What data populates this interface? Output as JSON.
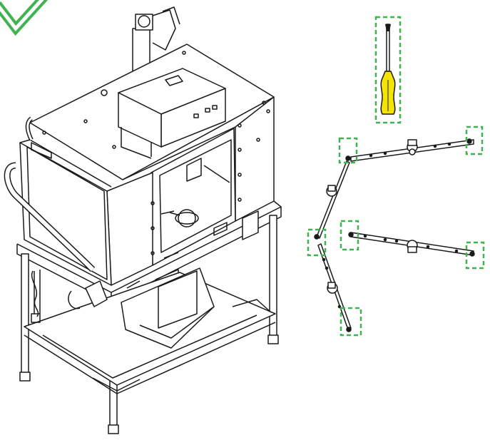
{
  "figure": {
    "description_visible_text": "",
    "colors": {
      "line": "#1a1a1a",
      "checkmark": "#3fb34f",
      "highlight_box": "#3fb34f",
      "screwdriver_handle": "#f5e400",
      "background": "#ffffff"
    },
    "icons": {
      "checkmark": "checkmark-icon",
      "tool": "flathead-screwdriver-icon"
    },
    "highlighted_points": [
      {
        "name": "screwdriver"
      },
      {
        "name": "upper-arm-left-end"
      },
      {
        "name": "upper-arm-right-end"
      },
      {
        "name": "side-arm-top-end"
      },
      {
        "name": "side-arm-bottom-end"
      },
      {
        "name": "lower-arm-left-end"
      },
      {
        "name": "lower-arm-right-end"
      }
    ]
  }
}
